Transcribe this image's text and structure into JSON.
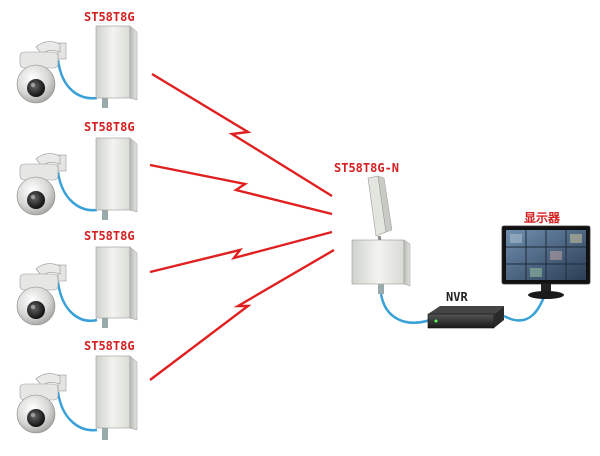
{
  "labels": {
    "bridge_1": "ST58T8G",
    "bridge_2": "ST58T8G",
    "bridge_3": "ST58T8G",
    "bridge_4": "ST58T8G",
    "base_station": "ST58T8G-N",
    "nvr": "NVR",
    "monitor": "显示器"
  },
  "colors": {
    "label_red": "#d42020",
    "signal_red": "#e02020",
    "cable_blue": "#3aa0d8"
  }
}
